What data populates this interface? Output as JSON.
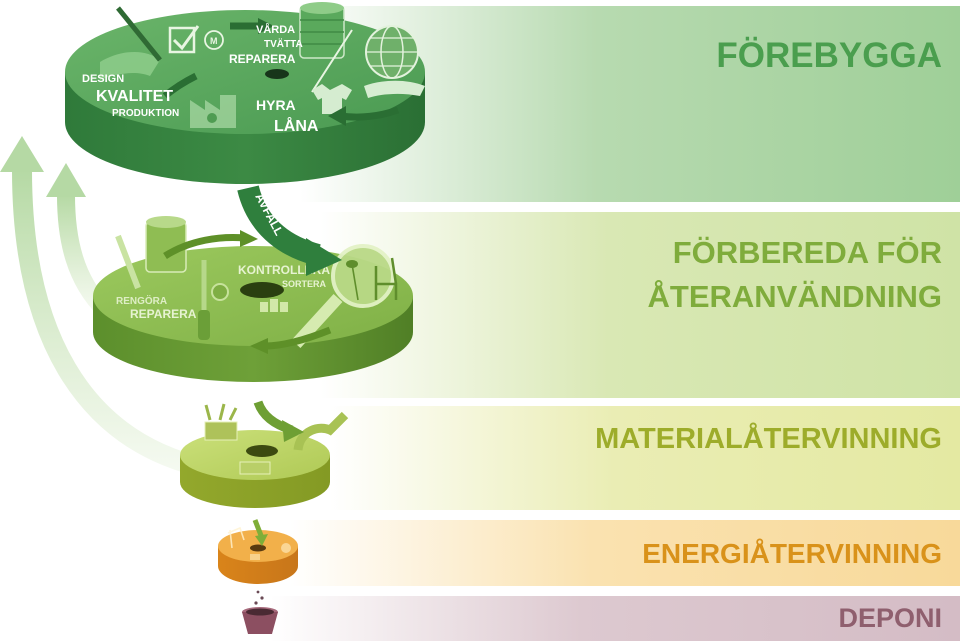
{
  "levels": [
    {
      "title": "FÖREBYGGA",
      "color": "#4a9e4e"
    },
    {
      "title_line1": "FÖRBEREDA FÖR",
      "title_line2": "ÅTERANVÄNDNING",
      "color": "#7fac3c"
    },
    {
      "title": "MATERIALÅTERVINNING",
      "color": "#9dac2a"
    },
    {
      "title": "ENERGIÅTERVINNING",
      "color": "#d9921a"
    },
    {
      "title": "DEPONI",
      "color": "#8f5f6e"
    }
  ],
  "top_disc": {
    "design": "DESIGN",
    "kvalitet": "KVALITET",
    "produktion": "PRODUKTION",
    "varda": "VÅRDA",
    "tvatta": "TVÄTTA",
    "reparera": "REPARERA",
    "hyra": "HYRA",
    "lana": "LÅNA"
  },
  "chute_label": "AVFALL",
  "middle_disc": {
    "kontrollera": "KONTROLLERA",
    "sortera": "SORTERA",
    "rengora": "RENGÖRA",
    "reparera": "REPARERA"
  }
}
